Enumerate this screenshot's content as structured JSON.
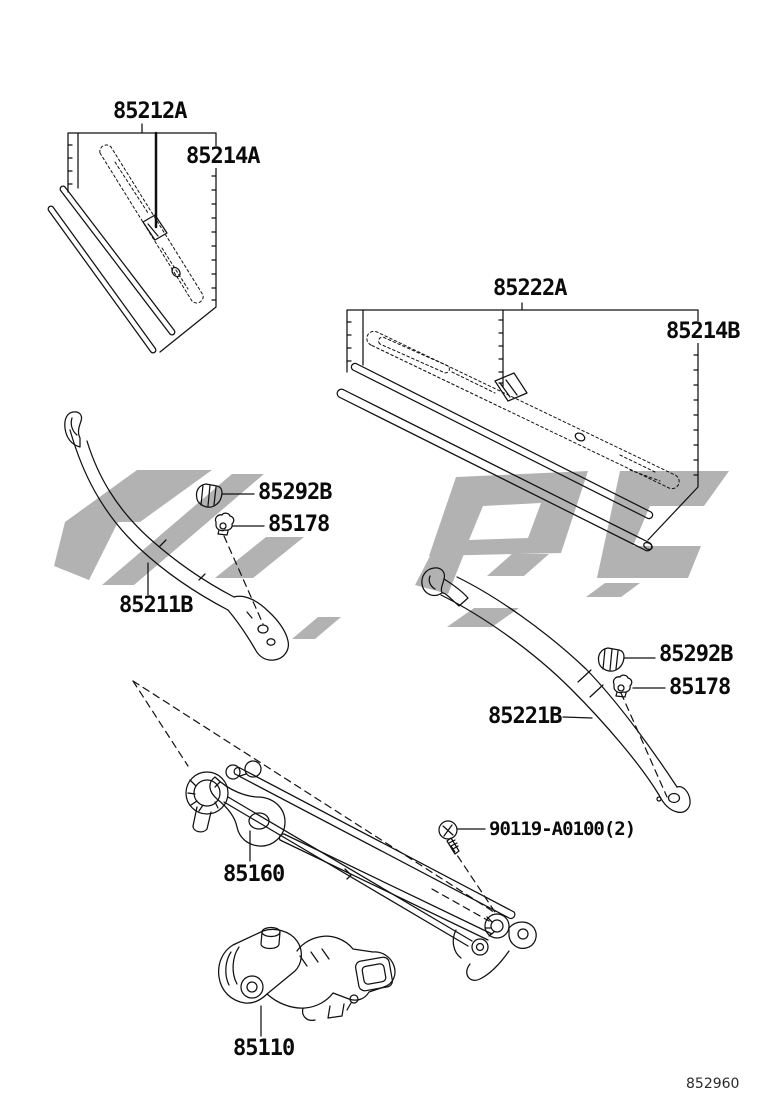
{
  "figure": {
    "code": "852960"
  },
  "colors": {
    "line": "#111111",
    "watermark": "#b2b2b2",
    "background": "#ffffff"
  },
  "labels": {
    "blade1": "85212A",
    "insert1": "85214A",
    "blade2": "85222A",
    "insert2": "85214B",
    "cap_left": "85292B",
    "nut_left": "85178",
    "arm_left": "85211B",
    "cap_right": "85292B",
    "nut_right": "85178",
    "arm_right": "85221B",
    "link": "85160",
    "bolt": "90119-A0100(2)",
    "motor": "85110"
  }
}
